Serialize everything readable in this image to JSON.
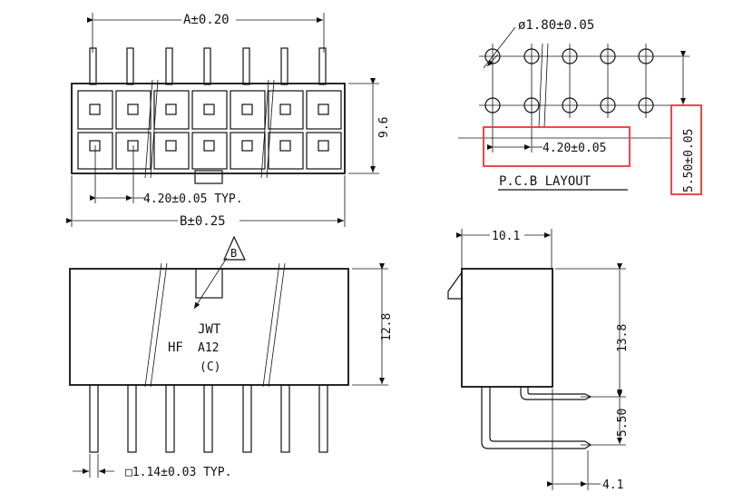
{
  "dimensions": {
    "top_width": "A±0.20",
    "top_height": "9.6",
    "pitch_typ": "4.20±0.05  TYP.",
    "overall_width": "B±0.25",
    "hole_dia": "ø1.80±0.05",
    "pcb_pitch": "4.20±0.05",
    "pcb_row": "5.50±0.05",
    "front_height": "12.8",
    "pin_size": "□1.14±0.03  TYP.",
    "side_depth": "10.1",
    "side_height": "13.8",
    "side_row": "5.50",
    "side_offset": "4.1"
  },
  "labels": {
    "pcb_layout": "P.C.B  LAYOUT",
    "datum": "B",
    "mark_line1": "JWT",
    "mark_line2a": "HF",
    "mark_line2b": "A12",
    "mark_line3": "(C)"
  },
  "highlight_color": "#e53935"
}
